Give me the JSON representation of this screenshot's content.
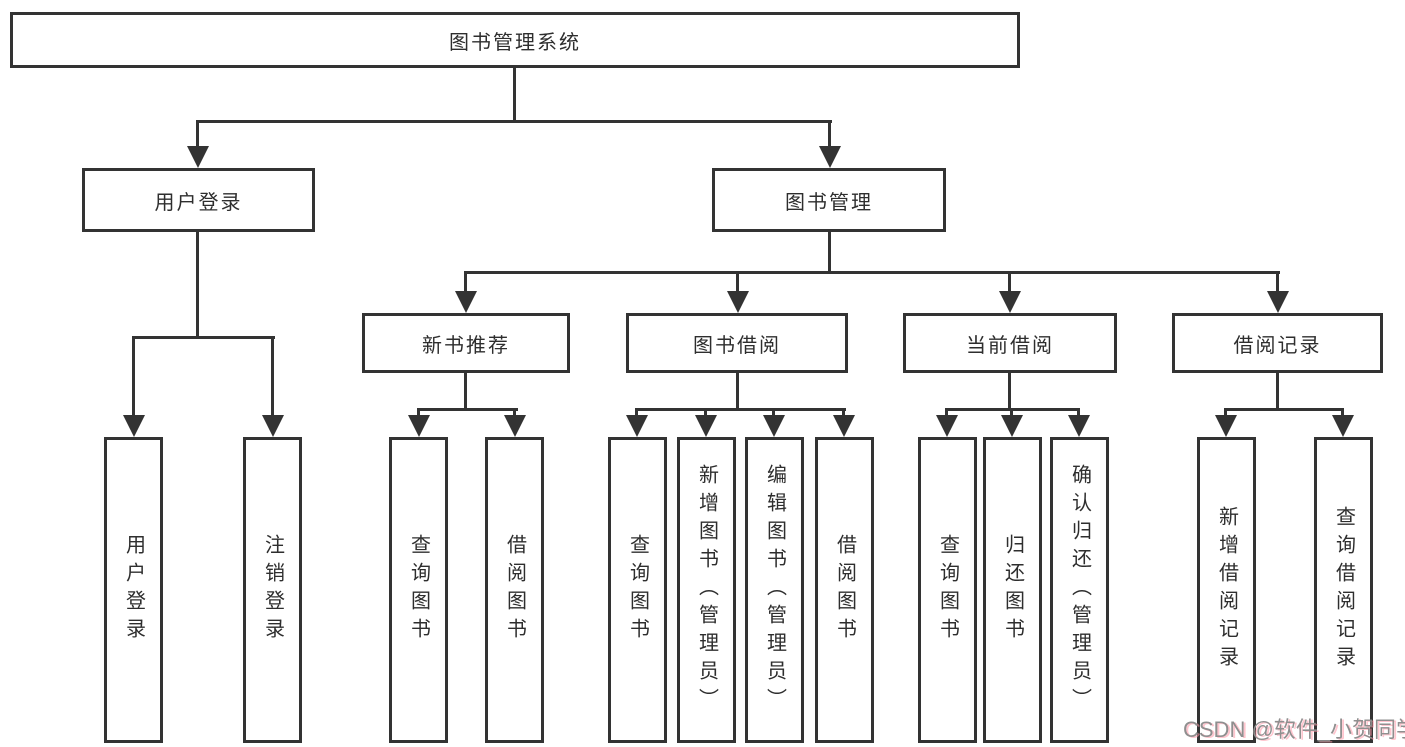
{
  "diagram": {
    "title": "图书管理系统",
    "root": {
      "label": "图书管理系统"
    },
    "level2": [
      {
        "label": "用户登录"
      },
      {
        "label": "图书管理"
      }
    ],
    "level3": [
      {
        "label": "新书推荐",
        "parent": "图书管理"
      },
      {
        "label": "图书借阅",
        "parent": "图书管理"
      },
      {
        "label": "当前借阅",
        "parent": "图书管理"
      },
      {
        "label": "借阅记录",
        "parent": "图书管理"
      }
    ],
    "leaves": [
      {
        "label": "用户登录",
        "parent": "用户登录"
      },
      {
        "label": "注销登录",
        "parent": "用户登录"
      },
      {
        "label": "查询图书",
        "parent": "新书推荐"
      },
      {
        "label": "借阅图书",
        "parent": "新书推荐"
      },
      {
        "label": "查询图书",
        "parent": "图书借阅"
      },
      {
        "label": "新增图书（管理员）",
        "parent": "图书借阅"
      },
      {
        "label": "编辑图书（管理员）",
        "parent": "图书借阅"
      },
      {
        "label": "借阅图书",
        "parent": "图书借阅"
      },
      {
        "label": "查询图书",
        "parent": "当前借阅"
      },
      {
        "label": "归还图书",
        "parent": "当前借阅"
      },
      {
        "label": "确认归还（管理员）",
        "parent": "当前借阅"
      },
      {
        "label": "新增借阅记录",
        "parent": "借阅记录"
      },
      {
        "label": "查询借阅记录",
        "parent": "借阅记录"
      }
    ],
    "colors": {
      "line": "#333333",
      "box_background": "#ffffff",
      "text": "#2e2e2e"
    }
  },
  "watermark": {
    "text": "CSDN @软件_小贺同学",
    "color": "#8f8f8f"
  }
}
